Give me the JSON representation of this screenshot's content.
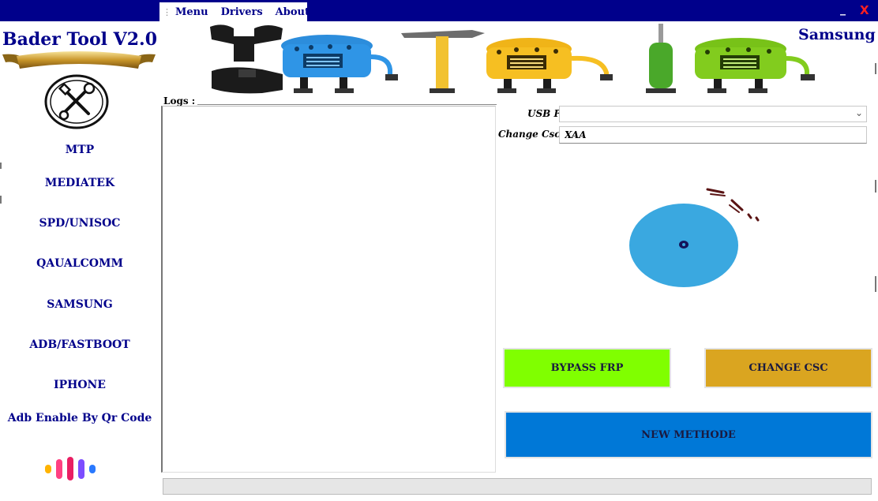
{
  "menu": {
    "items": [
      "Menu",
      "Drivers",
      "About"
    ],
    "minimize_label": "_",
    "close_label": "X"
  },
  "sidebar": {
    "title": "Bader Tool V2.0",
    "items": [
      "MTP",
      "MEDIATEK",
      "SPD/UNISOC",
      "QAUALCOMM",
      "SAMSUNG",
      "ADB/FASTBOOT",
      "IPHONE",
      "Adb Enable By Qr Code"
    ]
  },
  "header": {
    "brand": "Samsung"
  },
  "logs": {
    "label": "Logs :"
  },
  "form": {
    "usb_port_label": "USB Port:",
    "usb_port_value": "",
    "change_csc_label": "Change Csc:",
    "change_csc_value": "XAA"
  },
  "buttons": {
    "bypass_frp": "BYPASS FRP",
    "change_csc": "CHANGE CSC",
    "new_methode": "NEW METHODE"
  },
  "progress": {
    "value": 0
  },
  "colors": {
    "titlebar": "#00008b",
    "accent_text": "#00008b",
    "bypass_button": "#80ff00",
    "csc_button": "#daa520",
    "new_method_button": "#0078d7",
    "disc": "#3aa8e0"
  },
  "icons": [
    "tools-icon",
    "chevron-down-icon",
    "loading-disc-icon",
    "color-dots-icon",
    "ribbon-icon"
  ]
}
